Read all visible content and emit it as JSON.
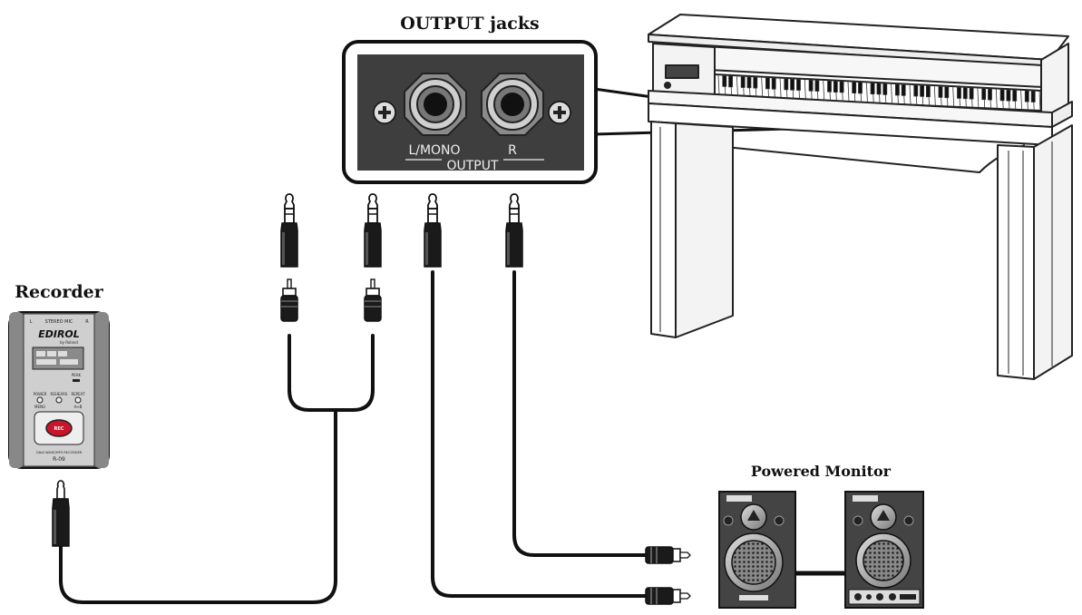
{
  "labels": {
    "output_jacks": "OUTPUT jacks",
    "recorder": "Recorder",
    "powered_monitor": "Powered Monitor"
  },
  "panel": {
    "left_jack": "L/MONO",
    "right_jack": "R",
    "group": "OUTPUT"
  },
  "recorder_device": {
    "brand": "EDIROL",
    "sub_brand": "by Roland",
    "top_label": "STEREO MIC",
    "top_left": "L",
    "top_right": "R",
    "peak": "PEAK",
    "btn_power": "POWER",
    "btn_menu": "MENU",
    "btn_rehears": "REHEARS",
    "btn_repeat": "REPEAT",
    "btn_ab": "A↔B",
    "rec": "REC",
    "model_line": "24bit WAVE/MP3 RECORDER",
    "model": "R-09"
  },
  "colors": {
    "panel": "#3e3e3e",
    "cable": "#111111",
    "outline": "#222222"
  }
}
